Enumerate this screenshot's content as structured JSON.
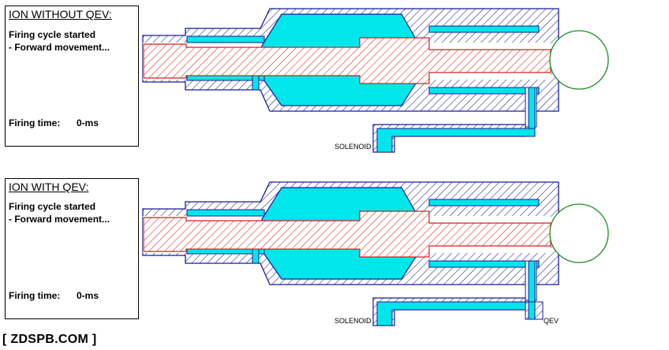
{
  "panels": [
    {
      "title": "ION WITHOUT QEV:",
      "status_line_1": "Firing cycle started",
      "status_line_2": "- Forward movement...",
      "time_label": "Firing time:",
      "time_value": "0-ms",
      "solenoid_label": "SOLENOID",
      "qev_label": ""
    },
    {
      "title": "ION WITH QEV:",
      "status_line_1": "Firing cycle started",
      "status_line_2": "- Forward movement...",
      "time_label": "Firing time:",
      "time_value": "0-ms",
      "solenoid_label": "SOLENOID",
      "qev_label": "QEV"
    }
  ],
  "footer": "[ ZDSPB.COM ]",
  "colors": {
    "body_hatch": "#1a1a9a",
    "bolt_hatch": "#d42020",
    "air": "#00e6ea",
    "ball": "#1a8a1a"
  }
}
